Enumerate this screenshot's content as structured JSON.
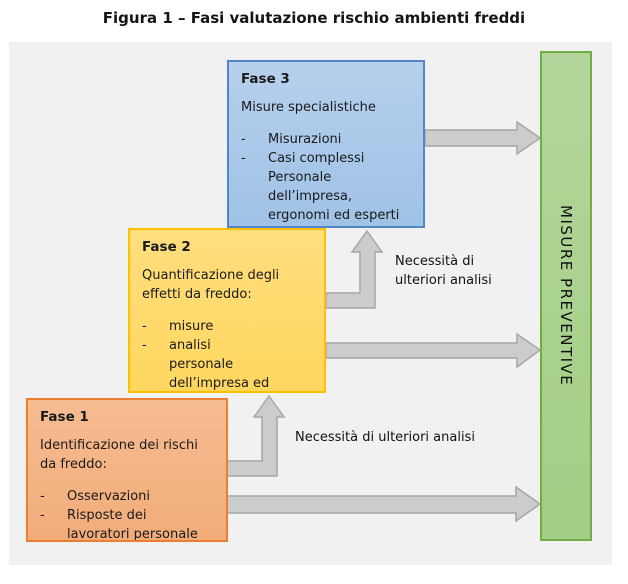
{
  "title": "Figura 1 – Fasi valutazione rischio ambienti freddi",
  "colors": {
    "panel_bg": "#F1F1F2",
    "fase3_fill": "#A9C8E8",
    "fase3_border": "#5286C5",
    "fase2_fill": "#FFD966",
    "fase2_border": "#FFC000",
    "fase1_fill": "#F4B183",
    "fase1_border": "#ED7D31",
    "bar_fill": "#A9D18E",
    "bar_border": "#70AD47",
    "arrow_fill": "#CCCCCC",
    "arrow_border": "#A6A6A6"
  },
  "boxes": [
    {
      "title": "Fase 3",
      "para": "Misure specialistiche",
      "items": [
        {
          "dash": "-",
          "text": "Misurazioni"
        },
        {
          "dash": "-",
          "text": "Casi complessi\nPersonale\ndell’impresa,\nergonomi ed esperti"
        }
      ]
    },
    {
      "title": "Fase 2",
      "para": "Quantificazione degli\neffetti da freddo:",
      "items": [
        {
          "dash": "-",
          "text": "misure"
        },
        {
          "dash": "-",
          "text": "analisi\npersonale\ndell’impresa ed"
        }
      ]
    },
    {
      "title": "Fase 1",
      "para": "Identificazione dei rischi\nda freddo:",
      "items": [
        {
          "dash": "-",
          "text": "Osservazioni"
        },
        {
          "dash": "-",
          "text": "Risposte dei\nlavoratori personale"
        }
      ]
    }
  ],
  "sidebar": {
    "label": "MISURE PREVENTIVE"
  },
  "annotations": {
    "upper": "Necessità di\nulteriori analisi",
    "lower": "Necessità di ulteriori analisi"
  }
}
